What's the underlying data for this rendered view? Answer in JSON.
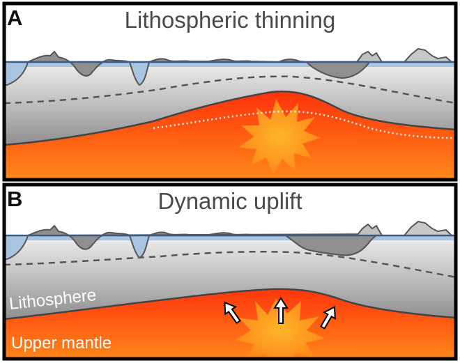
{
  "panels": [
    {
      "letter": "A",
      "title": "Lithospheric thinning"
    },
    {
      "letter": "B",
      "title": "Dynamic uplift"
    }
  ],
  "labels": {
    "lithosphere": "Lithosphere",
    "upper_mantle": "Upper mantle"
  },
  "colors": {
    "water": "#a9c4e0",
    "sea_level_line": "#3d5a7f",
    "topography": "#8a8a8a",
    "lithosphere_light": "#e9e9e9",
    "lithosphere_dark": "#8f8f8f",
    "mantle_red": "#ff2a0a",
    "mantle_orange": "#ff8a1a",
    "upwelling_core": "#ffa01f"
  },
  "icons": {
    "upwelling": "starburst-icon",
    "uplift": "up-arrow-icon"
  }
}
